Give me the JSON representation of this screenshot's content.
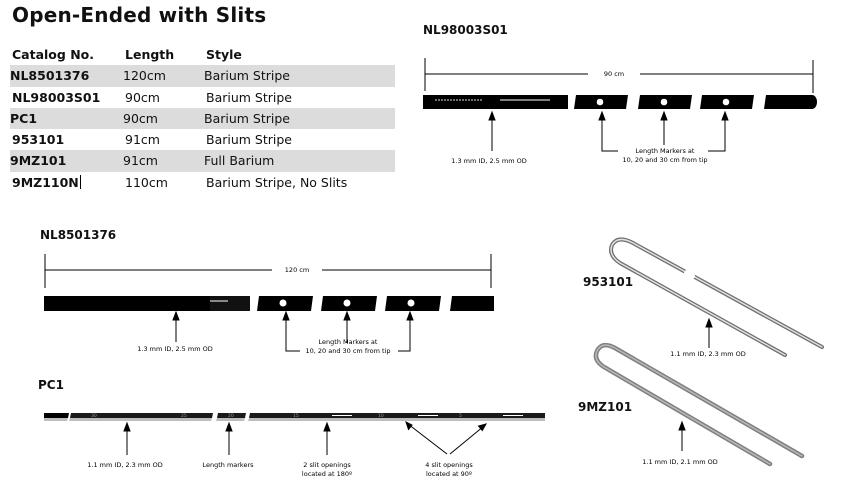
{
  "page": {
    "title": "Open-Ended with Slits"
  },
  "table": {
    "headers": [
      "Catalog No.",
      "Length",
      "Style"
    ],
    "rows": [
      {
        "catalog": "NL8501376",
        "length": "120cm",
        "style": "Barium Stripe",
        "shaded": true
      },
      {
        "catalog": "NL98003S01",
        "length": "90cm",
        "style": "Barium Stripe",
        "shaded": false
      },
      {
        "catalog": "PC1",
        "length": "90cm",
        "style": "Barium Stripe",
        "shaded": true
      },
      {
        "catalog": "953101",
        "length": "91cm",
        "style": "Barium Stripe",
        "shaded": false
      },
      {
        "catalog": "9MZ101",
        "length": "91cm",
        "style": "Full Barium",
        "shaded": true
      },
      {
        "catalog": "9MZ110N",
        "length": "110cm",
        "style": "Barium Stripe, No Slits",
        "shaded": false
      }
    ],
    "shade_color": "#dcdcdc"
  },
  "diagrams": {
    "nl98003s01": {
      "label": "NL98003S01",
      "length_label": "90 cm",
      "dimension_label": "1.3 mm ID, 2.5 mm OD",
      "markers_label_line1": "Length Markers at",
      "markers_label_line2": "10, 20 and 30 cm from tip"
    },
    "nl8501376": {
      "label": "NL8501376",
      "length_label": "120 cm",
      "dimension_label": "1.3 mm ID, 2.5 mm OD",
      "markers_label_line1": "Length Markers at",
      "markers_label_line2": "10, 20 and 30 cm from tip"
    },
    "pc1": {
      "label": "PC1",
      "tube_markings": [
        "30",
        "25",
        "20",
        "15",
        "10",
        "5"
      ],
      "dimension_label": "1.1 mm ID, 2.3 mm OD",
      "length_markers_label": "Length markers",
      "slits_180_line1": "2 slit openings",
      "slits_180_line2": "located at 180º",
      "slits_90_line1": "4 slit openings",
      "slits_90_line2": "located at 90º"
    },
    "c953101": {
      "label": "953101",
      "dimension_label": "1.1 mm ID, 2.3 mm OD"
    },
    "c9mz101": {
      "label": "9MZ101",
      "dimension_label": "1.1 mm ID, 2.1 mm OD"
    }
  },
  "colors": {
    "tube": "#000000",
    "tube_shadow": "#bdbdbd",
    "catheter_gray": "#8a8a8a"
  }
}
